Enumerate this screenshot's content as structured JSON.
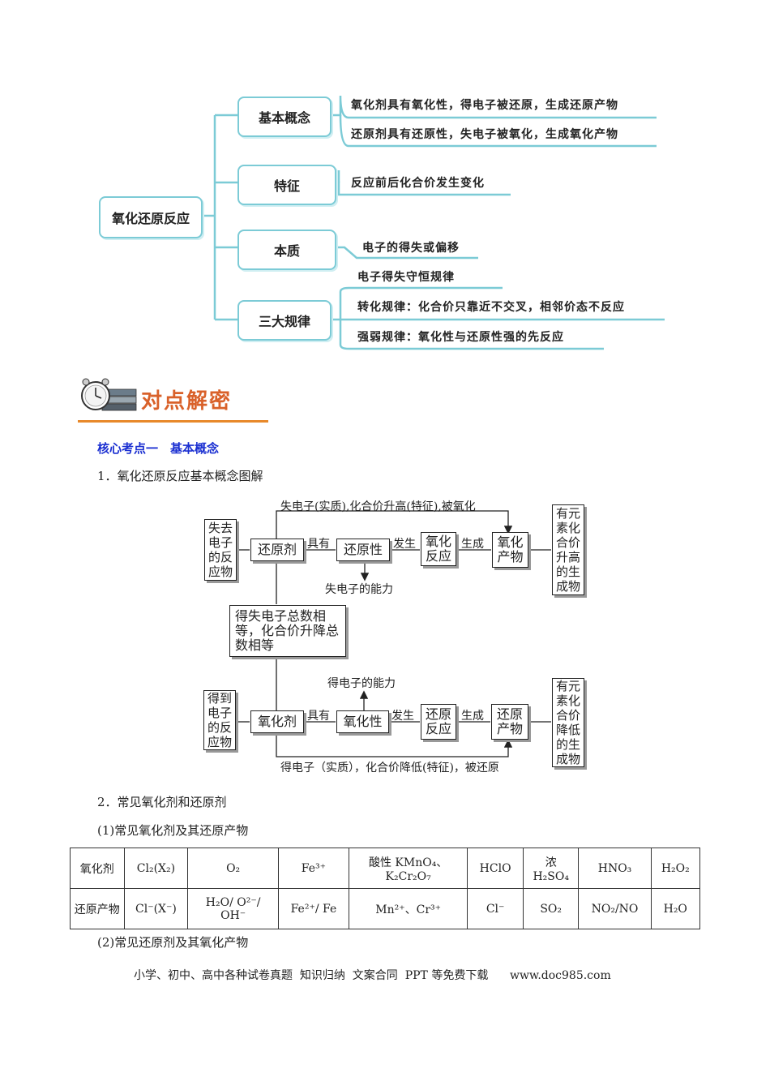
{
  "mindmap": {
    "root": "氧化还原反应",
    "branches": [
      {
        "label": "基本概念",
        "items": [
          "氧化剂具有氧化性，得电子被还原，生成还原产物",
          "还原剂具有还原性，失电子被氧化，生成氧化产物"
        ]
      },
      {
        "label": "特征",
        "items": [
          "反应前后化合价发生变化"
        ]
      },
      {
        "label": "本质",
        "items": [
          "电子的得失或偏移"
        ]
      },
      {
        "label": "三大规律",
        "items": [
          "电子得失守恒规律",
          "转化规律：化合价只靠近不交叉，相邻价态不反应",
          "强弱规律：氧化性与还原性强的先反应"
        ]
      }
    ]
  },
  "section_banner": "对点解密",
  "core_point_1": "核心考点一　基本概念",
  "para_1": "1．氧化还原反应基本概念图解",
  "diagram": {
    "top_left": "失去电子的反应物",
    "reducer": "还原剂",
    "has_1": "具有",
    "reducing_power": "还原性",
    "occurs_1": "发生",
    "oxidation_rxn": "氧化反应",
    "gen_1": "生成",
    "oxidation_product": "氧化产物",
    "top_right": "有元素化合价升高的生成物",
    "top_arrow": "失电子(实质),化合价升高(特征),被氧化",
    "lose_ability": "失电子的能力",
    "conservation": "得失电子总数相等，化合价升降总数相等",
    "gain_ability": "得电子的能力",
    "bottom_left": "得到电子的反应物",
    "oxidizer": "氧化剂",
    "has_2": "具有",
    "oxidizing_power": "氧化性",
    "occurs_2": "发生",
    "reduction_rxn": "还原反应",
    "gen_2": "生成",
    "reduction_product": "还原产物",
    "bottom_right": "有元素化合价降低的生成物",
    "bottom_arrow": "得电子（实质），化合价降低(特征)，被还原"
  },
  "para_2": "2．常见氧化剂和还原剂",
  "para_3": "(1)常见氧化剂及其还原产物",
  "table": {
    "row1_header": "氧化剂",
    "row2_header": "还原产物",
    "c1_ox": "Cl₂(X₂)",
    "c1_red": "Cl⁻(X⁻)",
    "c2_ox": "O₂",
    "c2_red": "H₂O/ O²⁻/ OH⁻",
    "c3_ox": "Fe³⁺",
    "c3_red": "Fe²⁺/ Fe",
    "c4_ox": "酸性 KMnO₄、K₂Cr₂O₇",
    "c4_red": "Mn²⁺、Cr³⁺",
    "c5_ox": "HClO",
    "c5_red": "Cl⁻",
    "c6_ox": "浓 H₂SO₄",
    "c6_red": "SO₂",
    "c7_ox": "HNO₃",
    "c7_red": "NO₂/NO",
    "c8_ox": "H₂O₂",
    "c8_red": "H₂O"
  },
  "para_4": "(2)常见还原剂及其氧化产物",
  "footer": "小学、初中、高中各种试卷真题  知识归纳  文案合同  PPT 等免费下载      www.doc985.com",
  "colors": {
    "teal": "#7ccbd6",
    "blue": "#1a2fd1",
    "orange": "#e8892a",
    "banner": "#d9612a"
  }
}
